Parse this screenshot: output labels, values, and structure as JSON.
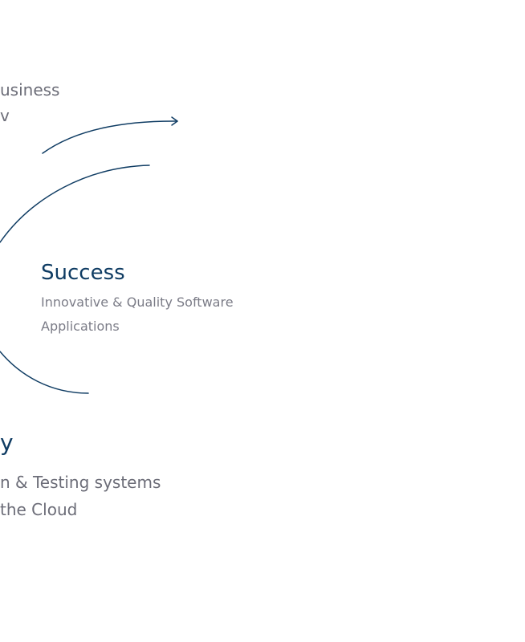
{
  "top_block": {
    "line_1": "usiness",
    "line_2": "v"
  },
  "success_block": {
    "title": "Success",
    "description_line_1": "Innovative & Quality Software",
    "description_line_2": "Applications"
  },
  "bottom_block": {
    "title": "y",
    "line_1": "n & Testing systems",
    "line_2": " the Cloud"
  },
  "colors": {
    "accent": "#0f3c63",
    "text": "#6c6d78",
    "background": "#ffffff"
  },
  "icons": {
    "arc_arrow": "curved-arrow-icon"
  }
}
